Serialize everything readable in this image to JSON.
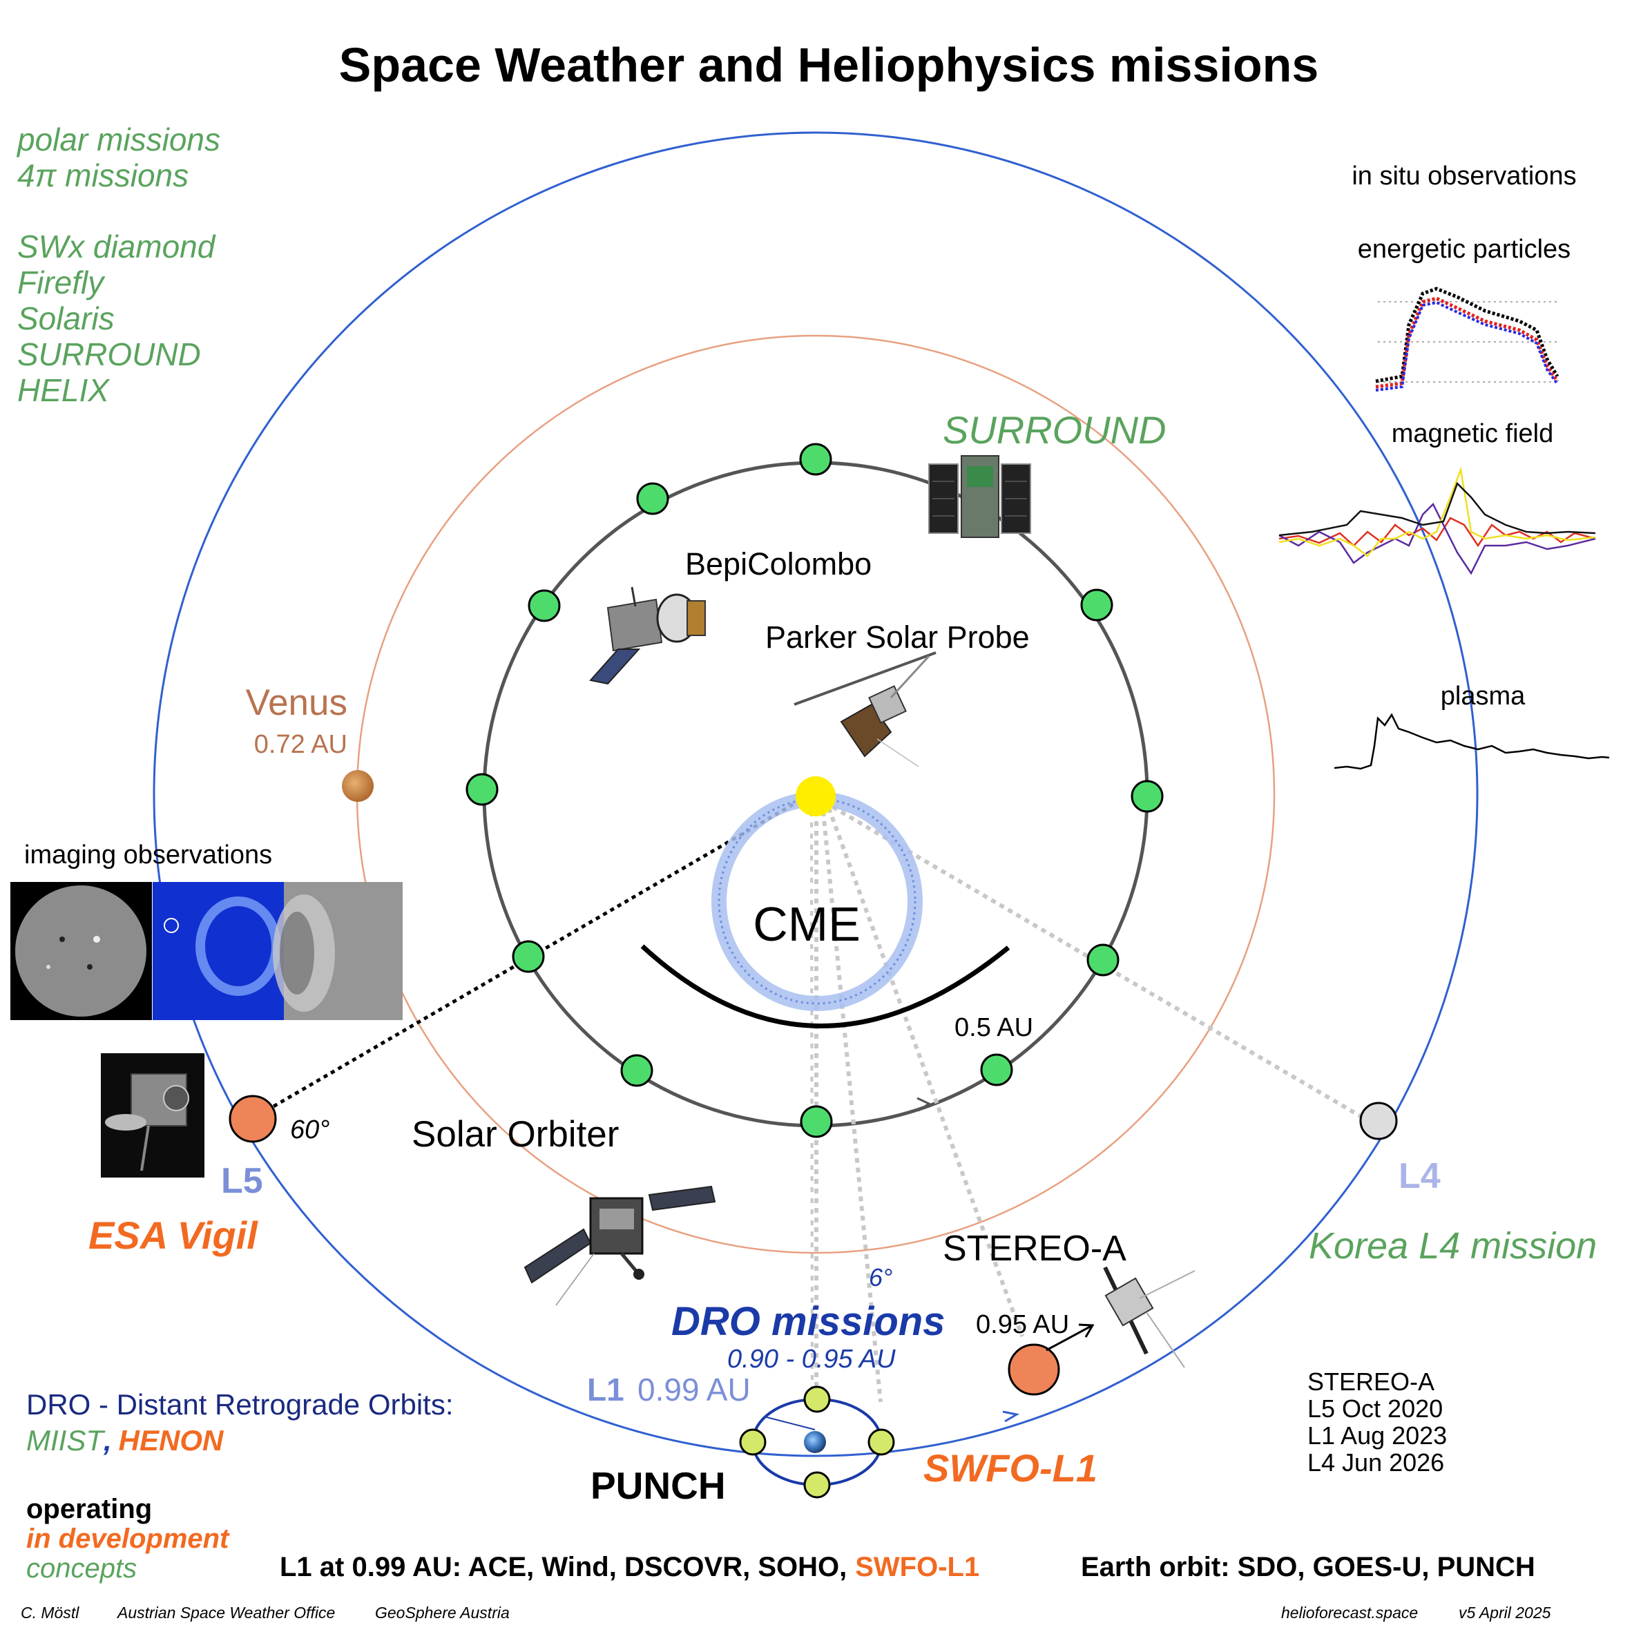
{
  "title": "Space Weather and Heliophysics missions",
  "colors": {
    "green": "#5aa35e",
    "orange": "#f26a21",
    "blue_dark": "#1a3aa8",
    "blue_light": "#7b8fd8",
    "venus_brown": "#b8734f",
    "earth_orbit": "#3060d0",
    "venus_orbit": "#e8a080",
    "inner_orbit": "#555555",
    "station_green": "#4ddc6c",
    "lagrange_yellow_green": "#d4e86a",
    "sun_yellow": "#ffee00"
  },
  "concepts_list": [
    "polar missions",
    "4π missions",
    "SWx diamond",
    "Firefly",
    "Solaris",
    "SURROUND",
    "HELIX"
  ],
  "insitu": {
    "heading": "in situ observations",
    "panels": [
      "energetic particles",
      "magnetic field",
      "plasma"
    ]
  },
  "imaging": {
    "heading": "imaging observations"
  },
  "labels": {
    "surround": "SURROUND",
    "bepicolombo": "BepiColombo",
    "parker": "Parker Solar Probe",
    "venus": "Venus",
    "venus_au": "0.72 AU",
    "cme": "CME",
    "half_au": "0.5 AU",
    "solar_orbiter": "Solar Orbiter",
    "l5": "L5",
    "l5_angle": "60°",
    "esa_vigil": "ESA Vigil",
    "l4": "L4",
    "korea": "Korea L4 mission",
    "stereo_a": "STEREO-A",
    "stereo_au": "0.95 AU",
    "dro_angle": "6°",
    "dro_missions": "DRO missions",
    "dro_range": "0.90  - 0.95 AU",
    "l1": "L1",
    "l1_au": "0.99 AU",
    "punch": "PUNCH",
    "swfo": "SWFO-L1"
  },
  "stereo_history": [
    "STEREO-A",
    "L5 Oct 2020",
    "L1 Aug 2023",
    "L4 Jun 2026"
  ],
  "dro": {
    "line1": "DRO - Distant Retrograde Orbits:",
    "miist": "MIIST",
    "comma": ",",
    "henon": "HENON"
  },
  "legend": {
    "operating": "operating",
    "development": "in development",
    "concepts": "concepts"
  },
  "footer": {
    "l1_prefix": "L1 at 0.99 AU: ACE, Wind, DSCOVR, SOHO,",
    "l1_swfo": "SWFO-L1",
    "earth_orbit": "Earth orbit: SDO, GOES-U, PUNCH",
    "credit_author": "C. Möstl",
    "credit_office": "Austrian Space Weather Office",
    "credit_geo": "GeoSphere Austria",
    "website": "helioforecast.space",
    "version": "v5 April 2025"
  }
}
